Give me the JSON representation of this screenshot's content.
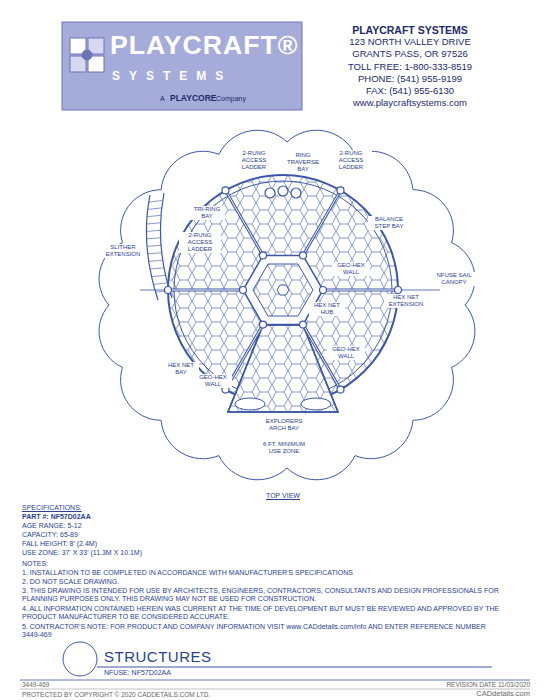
{
  "diagram": {
    "title": "STRUCTURES",
    "labels": [
      "PLAYCRAFT®",
      "SYSTEMS",
      "A",
      "PLAYCORE",
      "Company",
      "PLAYCRAFT SYSTEMS",
      "123 NORTH VALLEY DRIVE",
      "GRANTS PASS, OR 97526",
      "TOLL FREE: 1-800-333-8519",
      "PHONE: (541) 955-9199",
      "FAX: (541) 955-6130",
      "www.playcraftsystems.com",
      "2-RUNG ACCESS LADDER",
      "RING TRAVERSE BAY",
      "2-RUNG ACCESS LADDER",
      "TRI-RING BAY",
      "BALANCE STEP BAY",
      "2-RUNG ACCESS LADDER",
      "SLITHER EXTENSION",
      "NFUSE SAIL CANOPY",
      "GEO-HEX WALL",
      "HEX NET EXTENSION",
      "HEX NET HUB",
      "HEX NET BAY",
      "GEO-HEX WALL",
      "GEO-HEX WALL",
      "EXPLORERS ARCH BAY",
      "6 FT. MINIMUM USE ZONE",
      "TOP VIEW",
      "SPECIFICATIONS:",
      "PART #: NF57D02AA",
      "AGE RANGE: 5-12",
      "CAPACITY: 65-89",
      "FALL HEIGHT: 8' (2.4M)",
      "USE ZONE: 37' X 33' (11.3M X 10.1M)",
      "NOTES:",
      "1. INSTALLATION TO BE COMPLETED IN ACCORDANCE WITH MANUFACTURER'S SPECIFICATIONS",
      "2. DO NOT SCALE DRAWING.",
      "3. THIS DRAWING IS INTENDED FOR USE BY ARCHITECTS, ENGINEERS, CONTRACTORS, CONSULTANTS AND DESIGN PROFESSIONALS FOR PLANNING PURPOSES ONLY. THIS DRAWING MAY NOT BE USED FOR CONSTRUCTION.",
      "4. ALL INFORMATION CONTAINED HEREIN WAS CURRENT AT THE TIME OF DEVELOPMENT BUT MUST BE REVIEWED AND APPROVED BY THE PRODUCT MANUFACTURER TO BE CONSIDERED ACCURATE.",
      "5. CONTRACTOR'S NOTE: FOR PRODUCT AND COMPANY INFORMATION VISIT www.CADdetails.com/info AND ENTER REFERENCE NUMBER 3449-469",
      "NFUSE: NF57D02AA",
      "3449-469",
      "REVISION DATE 11/03/2020",
      "PROTECTED BY COPYRIGHT © 2020 CADDETAILS.COM LTD.",
      "CADdetails.com"
    ]
  }
}
